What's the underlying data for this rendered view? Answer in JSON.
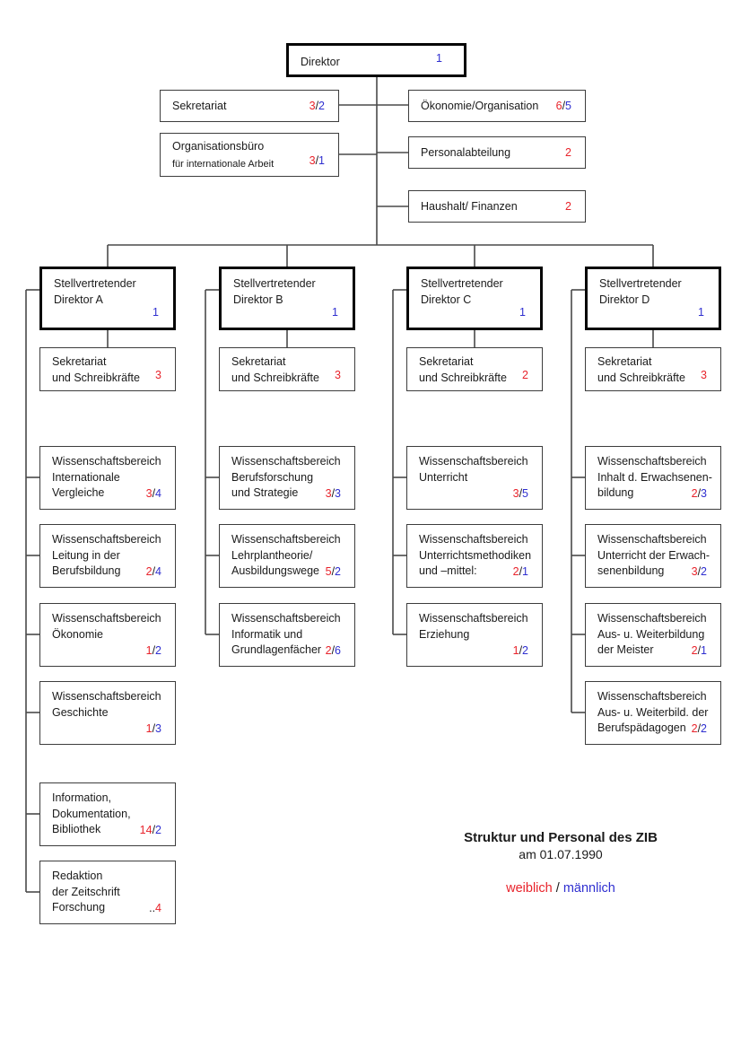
{
  "diagram": {
    "colors": {
      "female": "#e8232b",
      "male": "#2f2fd0",
      "line": "#4a4a4a"
    },
    "root": {
      "id": "direktor",
      "lines": [
        "Direktor"
      ],
      "m": "1"
    },
    "top_left": [
      {
        "id": "sekretariat",
        "lines": [
          "Sekretariat"
        ],
        "f": "3",
        "m": "2"
      },
      {
        "id": "organisationsbuero",
        "lines": [
          "Organisationsbüro"
        ],
        "sub_line": "für  internationale Arbeit",
        "f": "3",
        "m": "1"
      }
    ],
    "top_right": [
      {
        "id": "oekonomie-organisation",
        "lines": [
          "Ökonomie/Organisation"
        ],
        "f": "6",
        "m": "5"
      },
      {
        "id": "personalabteilung",
        "lines": [
          "Personalabteilung"
        ],
        "f": "2"
      },
      {
        "id": "haushalt-finanzen",
        "lines": [
          "Haushalt/ Finanzen"
        ],
        "f": "2"
      }
    ],
    "columns": [
      {
        "head": {
          "id": "stellv-direktor-a",
          "lines": [
            "Stellvertretender",
            "Direktor A"
          ],
          "m": "1"
        },
        "secretariat": {
          "id": "sekretariat-a",
          "lines": [
            "Sekretariat",
            "und Schreibkräfte"
          ],
          "f": "3"
        },
        "departments": [
          {
            "id": "wb-internationale-vergleiche",
            "lines": [
              "Wissenschaftsbereich",
              "Internationale",
              "Vergleiche"
            ],
            "f": "3",
            "m": "4"
          },
          {
            "id": "wb-leitung-berufsbildung",
            "lines": [
              "Wissenschaftsbereich",
              "Leitung in der",
              "Berufsbildung"
            ],
            "f": "2",
            "m": "4"
          },
          {
            "id": "wb-oekonomie",
            "lines": [
              "Wissenschaftsbereich",
              "Ökonomie"
            ],
            "f": "1",
            "m": "2"
          },
          {
            "id": "wb-geschichte",
            "lines": [
              "Wissenschaftsbereich",
              "Geschichte"
            ],
            "f": "1",
            "m": "3"
          },
          {
            "id": "information-dokumentation",
            "lines": [
              "Information,",
              "Dokumentation,",
              "Bibliothek"
            ],
            "f": "14",
            "m": "2"
          },
          {
            "id": "redaktion-forschung",
            "lines": [
              "Redaktion",
              "der Zeitschrift",
              "Forschung"
            ],
            "prefix": "..",
            "f": "4"
          }
        ]
      },
      {
        "head": {
          "id": "stellv-direktor-b",
          "lines": [
            "Stellvertretender",
            "Direktor  B"
          ],
          "m": "1"
        },
        "secretariat": {
          "id": "sekretariat-b",
          "lines": [
            "Sekretariat",
            "und Schreibkräfte"
          ],
          "f": "3"
        },
        "departments": [
          {
            "id": "wb-berufsforschung-strategie",
            "lines": [
              "Wissenschaftsbereich",
              "Berufsforschung",
              "und Strategie"
            ],
            "f": "3",
            "m": "3"
          },
          {
            "id": "wb-lehrplantheorie",
            "lines": [
              "Wissenschaftsbereich",
              "Lehrplantheorie/",
              "Ausbildungswege"
            ],
            "f": "5",
            "m": "2"
          },
          {
            "id": "wb-informatik",
            "lines": [
              "Wissenschaftsbereich",
              "Informatik und",
              "Grundlagenfächer"
            ],
            "f": "2",
            "m": "6"
          }
        ]
      },
      {
        "head": {
          "id": "stellv-direktor-c",
          "lines": [
            "Stellvertretender",
            "Direktor  C"
          ],
          "m": "1"
        },
        "secretariat": {
          "id": "sekretariat-c",
          "lines": [
            "Sekretariat",
            "und Schreibkräfte"
          ],
          "f": "2"
        },
        "departments": [
          {
            "id": "wb-unterricht",
            "lines": [
              "Wissenschaftsbereich",
              "Unterricht"
            ],
            "f": "3",
            "m": "5"
          },
          {
            "id": "wb-unterrichtsmethodiken",
            "lines": [
              "Wissenschaftsbereich",
              "Unterrichtsmethodiken",
              "und –mittel:"
            ],
            "f": "2",
            "m": "1"
          },
          {
            "id": "wb-erziehung",
            "lines": [
              "Wissenschaftsbereich",
              "Erziehung"
            ],
            "f": "1",
            "m": "2"
          }
        ]
      },
      {
        "head": {
          "id": "stellv-direktor-d",
          "lines": [
            "Stellvertretender",
            "Direktor  D"
          ],
          "m": "1"
        },
        "secretariat": {
          "id": "sekretariat-d",
          "lines": [
            "Sekretariat",
            "und Schreibkräfte"
          ],
          "f": "3"
        },
        "departments": [
          {
            "id": "wb-inhalt-erwachsenenbildung",
            "lines": [
              "Wissenschaftsbereich",
              "Inhalt d. Erwachsenen-",
              "bildung"
            ],
            "f": "2",
            "m": "3"
          },
          {
            "id": "wb-unterricht-erwachsenenbildung",
            "lines": [
              "Wissenschaftsbereich",
              "Unterricht der Erwach-",
              "senenbildung"
            ],
            "f": "3",
            "m": "2"
          },
          {
            "id": "wb-weiterbildung-meister",
            "lines": [
              "Wissenschaftsbereich",
              "Aus- u. Weiterbildung",
              "der Meister"
            ],
            "f": "2",
            "m": "1"
          },
          {
            "id": "wb-weiterbildung-berufspaedagogen",
            "lines": [
              "Wissenschaftsbereich",
              "Aus- u. Weiterbild. der",
              "Berufspädagogen"
            ],
            "f": "2",
            "m": "2"
          }
        ]
      }
    ],
    "caption": {
      "title": "Struktur und Personal des ZIB",
      "date": "am 01.07.1990"
    },
    "legend": {
      "female": "weiblich",
      "sep": " / ",
      "male": "männlich"
    }
  }
}
